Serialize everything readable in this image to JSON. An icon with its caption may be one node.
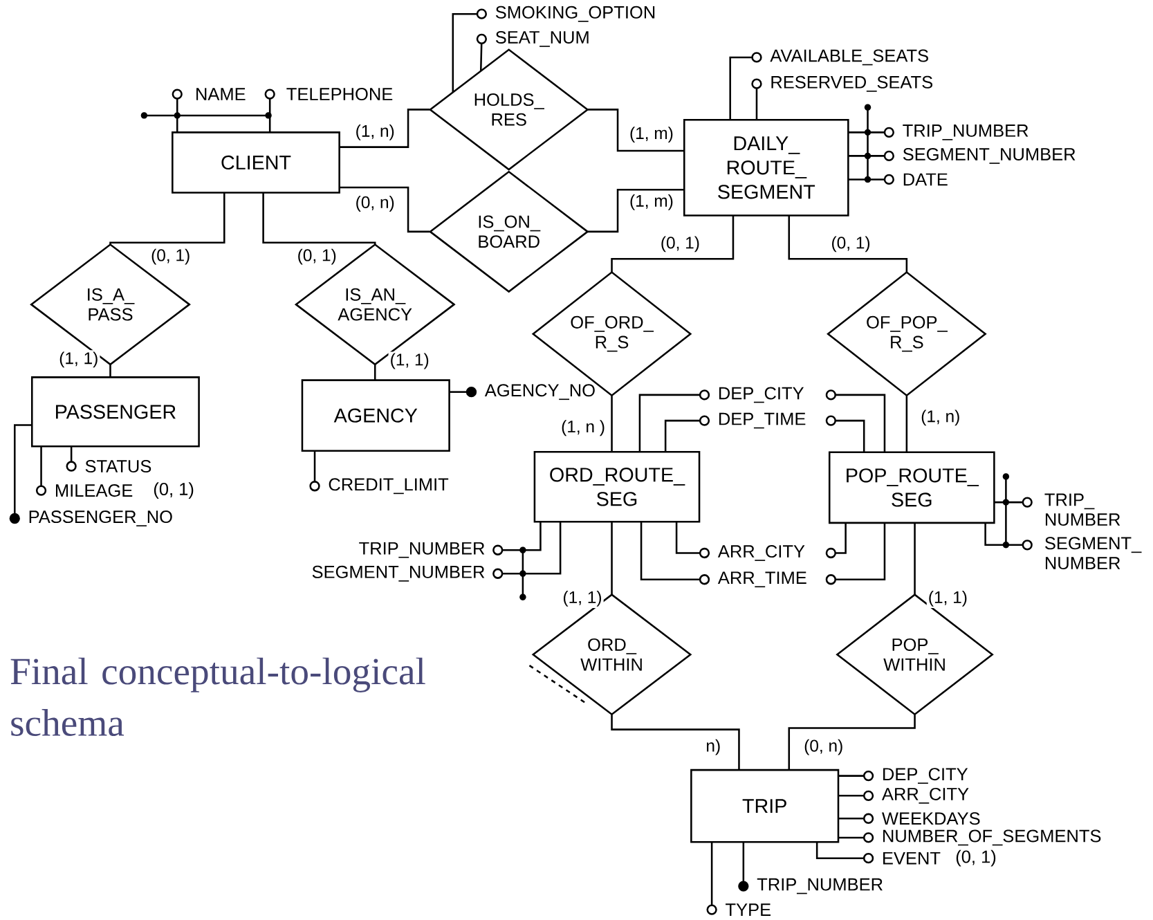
{
  "diagram": {
    "caption": "Final conceptual-to-logical schema",
    "nodes": [
      {
        "text": [
          "HOLDS_ RES"
        ]
      },
      {
        "text": [
          "CLIENT"
        ]
      },
      {
        "text": [
          "DAILY_ ROUTE_ SEGMENT"
        ]
      },
      {
        "text": [
          "IS_ON_ BOARD"
        ]
      },
      {
        "text": [
          "IS_A_ PASS"
        ]
      },
      {
        "text": [
          "IS_AN_ AGENCY"
        ]
      },
      {
        "text": [
          "OF_ORD_ R_S"
        ]
      },
      {
        "text": [
          "OF_POP_ R_S"
        ]
      },
      {
        "text": [
          "PASSENGER"
        ]
      },
      {
        "text": [
          "AGENCY"
        ]
      },
      {
        "text": [
          "ORD_ROUTE_ SEG"
        ]
      },
      {
        "text": [
          "POP_ROUTE_ SEG"
        ]
      },
      {
        "text": [
          "ORD_ WITHIN"
        ]
      },
      {
        "text": [
          "POP_ WITHIN"
        ]
      },
      {
        "text": [
          "TRIP"
        ]
      },
      {
        "text": [],
        "shape": "circle",
        "beside": [
          "SMOKING_OPTION"
        ]
      },
      {
        "text": [],
        "shape": "circle",
        "beside": [
          "SEAT_NUM"
        ]
      },
      {
        "text": [],
        "shape": "circle",
        "beside": [
          "NAME"
        ]
      },
      {
        "text": [],
        "shape": "circle",
        "beside": [
          "TELEPHONE"
        ]
      },
      {
        "text": [],
        "shape": "circle",
        "beside": [
          "AVAILABLE_SEATS"
        ]
      },
      {
        "text": [],
        "shape": "circle",
        "beside": [
          "RESERVED_SEATS"
        ]
      },
      {
        "text": [],
        "shape": "circle",
        "beside": [
          "TRIP_NUMBER"
        ]
      },
      {
        "text": [],
        "shape": "circle",
        "beside": [
          "SEGMENT_NUMBER"
        ]
      },
      {
        "text": [],
        "shape": "circle",
        "beside": [
          "DATE"
        ]
      },
      {
        "text": [],
        "shape": "dot",
        "beside": [
          "AGENCY_NO"
        ]
      },
      {
        "text": [],
        "shape": "dot",
        "beside": [
          "PASSENGER_NO"
        ]
      },
      {
        "text": [],
        "shape": "circle",
        "beside": [
          "MILEAGE",
          "(0, 1)"
        ]
      },
      {
        "text": [],
        "shape": "circle",
        "beside": [
          "STATUS"
        ]
      },
      {
        "text": [],
        "shape": "circle",
        "beside": [
          "CREDIT_LIMIT"
        ]
      },
      {
        "text": [],
        "shape": "circle",
        "beside": [
          "DEP_CITY"
        ]
      },
      {
        "text": [],
        "shape": "circle"
      },
      {
        "text": [],
        "shape": "circle",
        "beside": [
          "DEP_TIME"
        ]
      },
      {
        "text": [],
        "shape": "circle"
      },
      {
        "text": [],
        "shape": "circle",
        "beside": [
          "ARR_CITY"
        ]
      },
      {
        "text": [],
        "shape": "circle"
      },
      {
        "text": [],
        "shape": "circle",
        "beside": [
          "ARR_TIME"
        ]
      },
      {
        "text": [],
        "shape": "circle"
      },
      {
        "text": [],
        "shape": "circle",
        "beside": [
          "TRIP_NUMBER"
        ]
      },
      {
        "text": [],
        "shape": "circle",
        "beside": [
          "SEGMENT_NUMBER"
        ]
      },
      {
        "text": [],
        "shape": "circle",
        "beside": [
          "TRIP_ NUMBER"
        ]
      },
      {
        "text": [],
        "shape": "circle",
        "beside": [
          "SEGMENT_ NUMBER"
        ]
      },
      {
        "text": [],
        "shape": "circle",
        "beside": [
          "DEP_CITY"
        ]
      },
      {
        "text": [],
        "shape": "circle",
        "beside": [
          "ARR_CITY"
        ]
      },
      {
        "text": [],
        "shape": "circle",
        "beside": [
          "WEEKDAYS"
        ]
      },
      {
        "text": [],
        "shape": "circle",
        "beside": [
          "NUMBER_OF_SEGMENTS"
        ]
      },
      {
        "text": [],
        "shape": "circle",
        "beside": [
          "EVENT",
          "(0, 1)"
        ]
      },
      {
        "text": [],
        "shape": "dot",
        "beside": [
          "TRIP_NUMBER"
        ]
      },
      {
        "text": [],
        "shape": "circle",
        "beside": [
          "TYPE"
        ]
      }
    ],
    "edges": [
      {
        "from": 1,
        "to": 0,
        "arrow": "none",
        "label": "(1, n)"
      },
      {
        "from": 0,
        "to": 2,
        "arrow": "none",
        "label": "(1, m)"
      },
      {
        "from": 1,
        "to": 3,
        "arrow": "none",
        "label": "(0, n)"
      },
      {
        "from": 3,
        "to": 2,
        "arrow": "none",
        "label": "(1, m)"
      },
      {
        "from": 1,
        "to": 4,
        "arrow": "none",
        "label": "(0, 1)"
      },
      {
        "from": 4,
        "to": 8,
        "arrow": "none",
        "label": "(1, 1)"
      },
      {
        "from": 1,
        "to": 5,
        "arrow": "none",
        "label": "(0, 1)"
      },
      {
        "from": 5,
        "to": 9,
        "arrow": "none",
        "label": "(1, 1)"
      },
      {
        "from": 2,
        "to": 6,
        "arrow": "none",
        "label": "(0, 1)"
      },
      {
        "from": 2,
        "to": 7,
        "arrow": "none",
        "label": "(0, 1)"
      },
      {
        "from": 6,
        "to": 10,
        "arrow": "none",
        "label": "(1, n )"
      },
      {
        "from": 7,
        "to": 11,
        "arrow": "none",
        "label": "(1, n)"
      },
      {
        "from": 10,
        "to": 12,
        "arrow": "none",
        "label": "(1, 1)"
      },
      {
        "from": 11,
        "to": 13,
        "arrow": "none",
        "label": "(1, 1)"
      },
      {
        "from": 12,
        "to": 14,
        "arrow": "none",
        "label": "n)"
      },
      {
        "from": 13,
        "to": 14,
        "arrow": "none",
        "label": "(0, n)"
      },
      {
        "from": 0,
        "to": 15,
        "arrow": "none"
      },
      {
        "from": 0,
        "to": 16,
        "arrow": "none"
      },
      {
        "from": 1,
        "to": 17,
        "arrow": "none"
      },
      {
        "from": 1,
        "to": 18,
        "arrow": "none"
      },
      {
        "from": 2,
        "to": 19,
        "arrow": "none"
      },
      {
        "from": 2,
        "to": 20,
        "arrow": "none"
      },
      {
        "from": 2,
        "to": 21,
        "arrow": "none"
      },
      {
        "from": 2,
        "to": 22,
        "arrow": "none"
      },
      {
        "from": 2,
        "to": 23,
        "arrow": "none"
      },
      {
        "from": 9,
        "to": 24,
        "arrow": "none"
      },
      {
        "from": 8,
        "to": 25,
        "arrow": "none"
      },
      {
        "from": 8,
        "to": 26,
        "arrow": "none"
      },
      {
        "from": 8,
        "to": 27,
        "arrow": "none"
      },
      {
        "from": 9,
        "to": 28,
        "arrow": "none"
      },
      {
        "from": 10,
        "to": 29,
        "arrow": "none"
      },
      {
        "from": 11,
        "to": 30,
        "arrow": "none"
      },
      {
        "from": 10,
        "to": 31,
        "arrow": "none"
      },
      {
        "from": 11,
        "to": 32,
        "arrow": "none"
      },
      {
        "from": 10,
        "to": 33,
        "arrow": "none"
      },
      {
        "from": 11,
        "to": 34,
        "arrow": "none"
      },
      {
        "from": 10,
        "to": 35,
        "arrow": "none"
      },
      {
        "from": 11,
        "to": 36,
        "arrow": "none"
      },
      {
        "from": 10,
        "to": 37,
        "arrow": "none"
      },
      {
        "from": 10,
        "to": 38,
        "arrow": "none"
      },
      {
        "from": 11,
        "to": 39,
        "arrow": "none"
      },
      {
        "from": 11,
        "to": 40,
        "arrow": "none"
      },
      {
        "from": 14,
        "to": 41,
        "arrow": "none"
      },
      {
        "from": 14,
        "to": 42,
        "arrow": "none"
      },
      {
        "from": 14,
        "to": 43,
        "arrow": "none"
      },
      {
        "from": 14,
        "to": 44,
        "arrow": "none"
      },
      {
        "from": 14,
        "to": 45,
        "arrow": "none"
      },
      {
        "from": 14,
        "to": 46,
        "arrow": "none"
      },
      {
        "from": 14,
        "to": 47,
        "arrow": "none"
      }
    ]
  }
}
